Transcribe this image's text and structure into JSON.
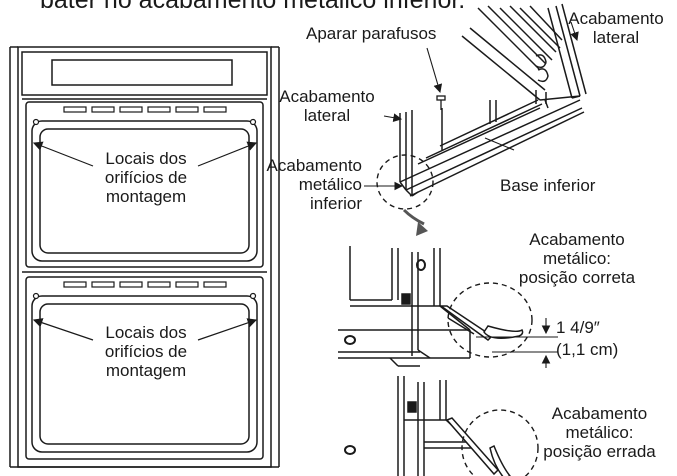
{
  "heading": "bater no acabamento metálico inferior.",
  "labels": {
    "top_side_trim": [
      "Acabamento",
      "lateral"
    ],
    "trim_screws": "Aparar parafusos",
    "mid_side_trim": [
      "Acabamento",
      "lateral"
    ],
    "bottom_metal_trim": [
      "Acabamento",
      "metálico",
      "inferior"
    ],
    "bottom_base": "Base inferior",
    "upper_holes": [
      "Locais dos",
      "orifícios de",
      "montagem"
    ],
    "lower_holes": [
      "Locais dos",
      "orifícios de",
      "montagem"
    ],
    "correct_position": [
      "Acabamento",
      "metálico:",
      "posição correta"
    ],
    "measurement": [
      "1 4/9″",
      "(1,1 cm)"
    ],
    "wrong_position": [
      "Acabamento",
      "metálico:",
      "posição errada"
    ]
  },
  "colors": {
    "line": "#1a1a1a",
    "fill": "#ffffff",
    "arrow": "#555555"
  }
}
